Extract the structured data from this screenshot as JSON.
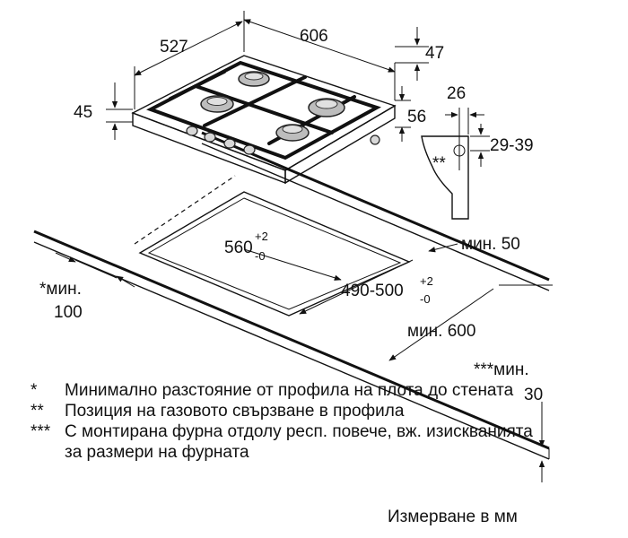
{
  "dimensions": {
    "width_606": "606",
    "depth_527": "527",
    "height_45": "45",
    "offset_47": "47",
    "offset_56": "56",
    "profile_26": "26",
    "profile_29_39": "29-39",
    "profile_marker": "**",
    "cutout_width": "560",
    "cutout_width_tol_plus": "+2",
    "cutout_width_tol_minus": "-0",
    "cutout_depth": "490-500",
    "cutout_depth_tol_plus": "+2",
    "cutout_depth_tol_minus": "-0",
    "min_50": "мин. 50",
    "min_100_prefix": "*мин.",
    "min_100_value": "100",
    "min_600": "мин. 600",
    "min_30_prefix": "***мин.",
    "min_30_value": "30"
  },
  "notes": [
    {
      "mark": "*",
      "text": "Минимално разстояние от профила на плота до стената"
    },
    {
      "mark": "**",
      "text": "Позиция на газовото свързване в профила"
    },
    {
      "mark": "***",
      "text": "С монтирана фурна отдолу респ. повече, вж. изискванията за размери на фурната"
    }
  ],
  "unit_note": "Измерване в мм"
}
